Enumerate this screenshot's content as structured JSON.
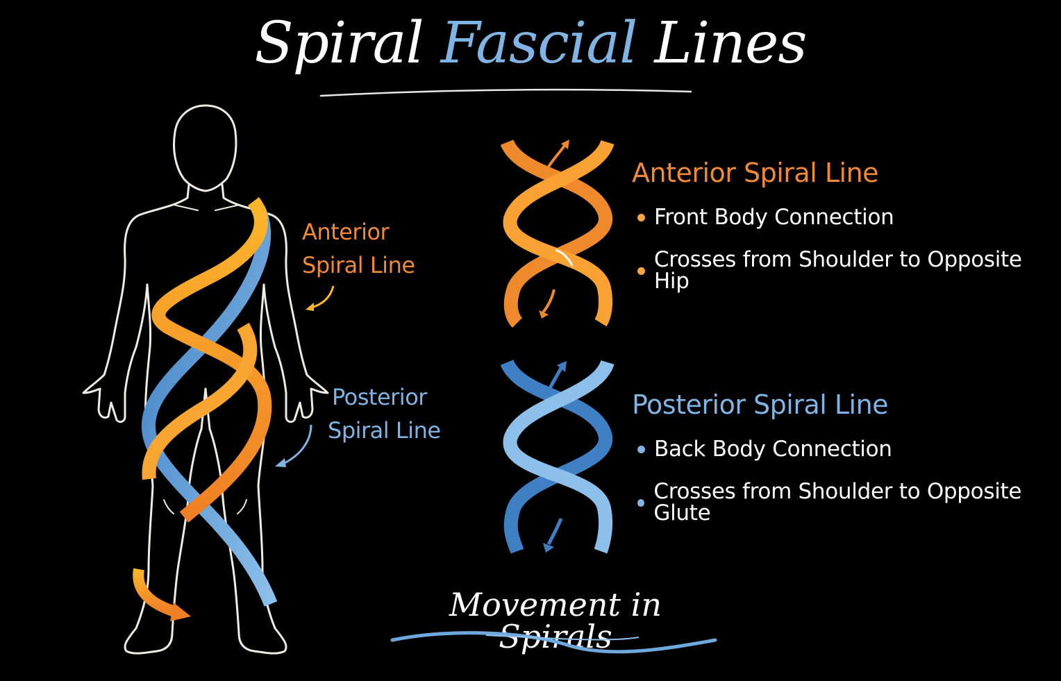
{
  "title": {
    "word1": "Spiral",
    "word2": "Fascial",
    "word3": "Lines"
  },
  "figure_labels": {
    "anterior": {
      "line1": "Anterior",
      "line2": "Spiral Line"
    },
    "posterior": {
      "line1": "Posterior",
      "line2": "Spiral Line"
    }
  },
  "sections": [
    {
      "heading": "Anterior Spiral Line",
      "bullets": [
        "Front Body Connection",
        "Crosses from Shoulder to Opposite Hip"
      ]
    },
    {
      "heading": "Posterior Spiral Line",
      "bullets": [
        "Back Body Connection",
        "Crosses from Shoulder to Opposite Glute"
      ]
    }
  ],
  "footer": "Movement in Spirals",
  "colors": {
    "background": "#000000",
    "anterior_orange": "#f08a35",
    "anterior_yellow": "#fbb62c",
    "posterior_blue": "#7fb4e4",
    "posterior_dark_blue": "#3f80c4",
    "outline": "#f1ece2"
  }
}
